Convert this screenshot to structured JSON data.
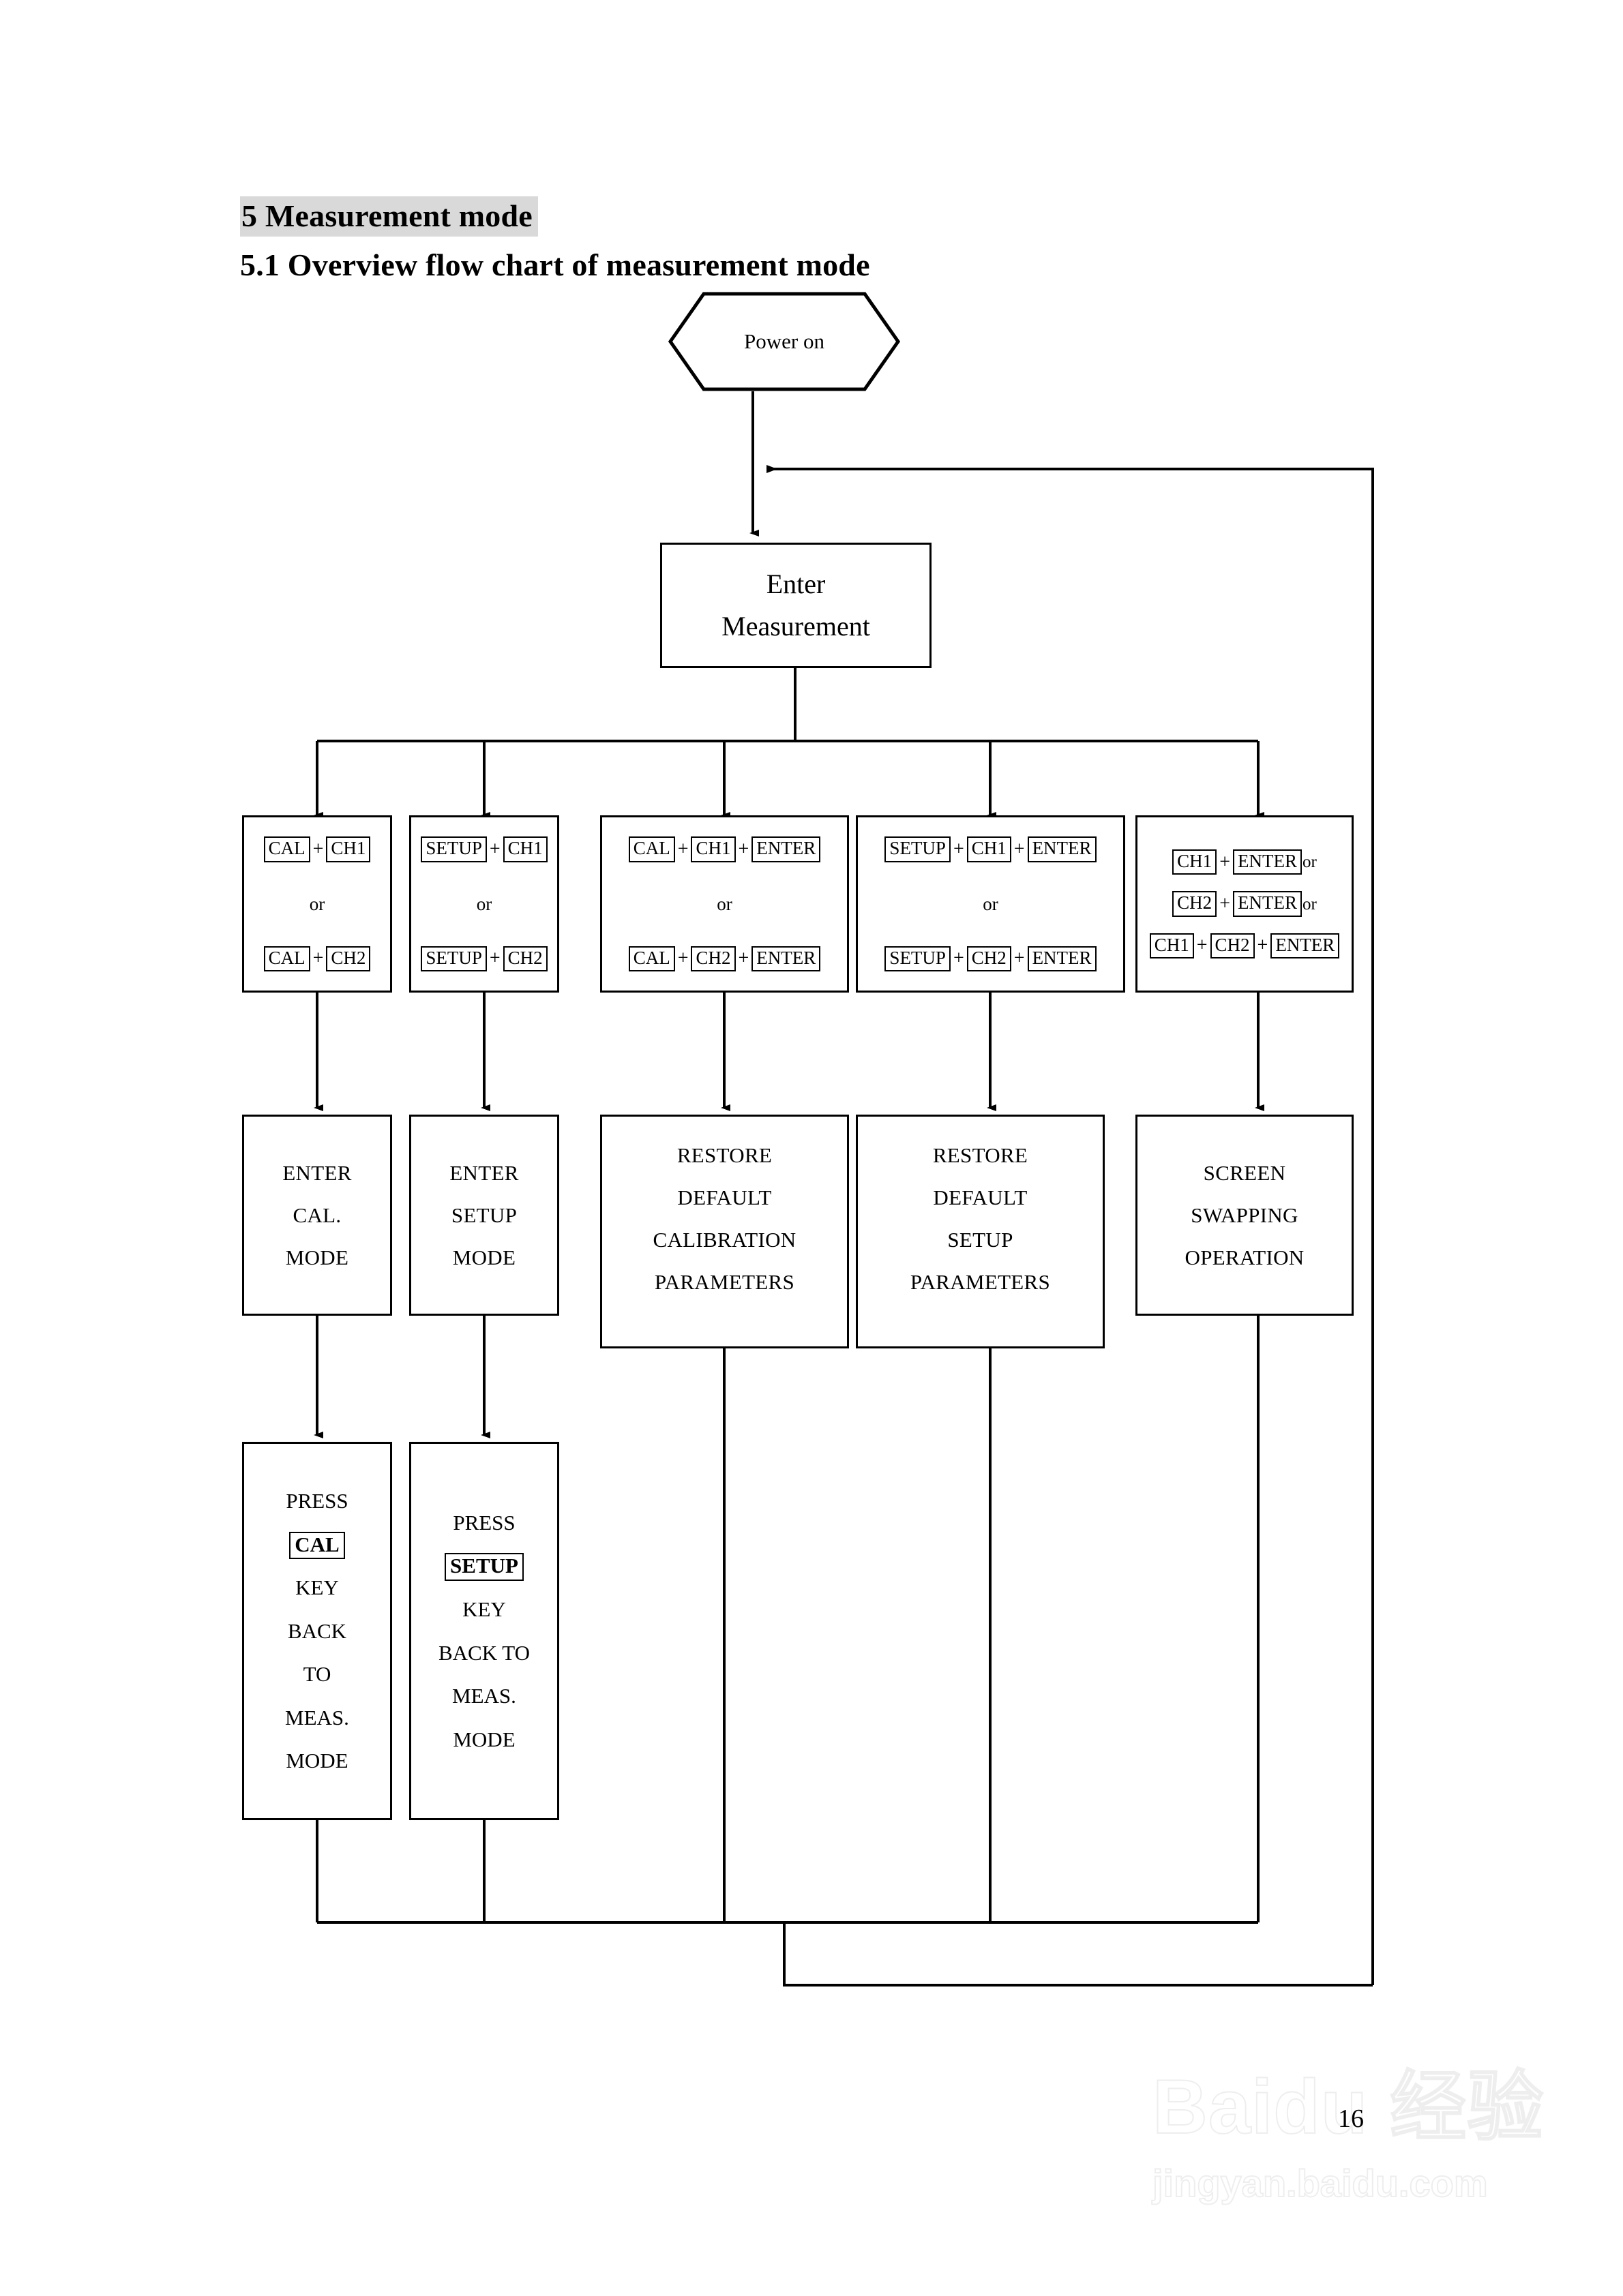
{
  "document": {
    "heading_main": "5 Measurement mode",
    "heading_sub": "5.1 Overview flow chart of measurement mode",
    "page_number": "16",
    "watermark": {
      "main": "Baidu 经验",
      "sub": "jingyan.baidu.com"
    }
  },
  "chart_data": {
    "type": "diagram",
    "title": "5.1 Overview flow chart of measurement mode",
    "start": {
      "label": "Power on",
      "shape": "hexagon"
    },
    "entry": {
      "label_line1": "Enter",
      "label_line2": "Measurement",
      "shape": "rectangle"
    },
    "branches": [
      {
        "id": "branch-1",
        "keys": {
          "line1": [
            "CAL",
            "CH1"
          ],
          "separator": "or",
          "line2": [
            "CAL",
            "CH2"
          ]
        },
        "result": [
          "ENTER",
          "CAL.",
          "MODE"
        ],
        "follow_up": [
          "PRESS",
          "CAL",
          "KEY",
          "BACK",
          "TO",
          "MEAS.",
          "MODE"
        ],
        "follow_up_boxed_index": 1
      },
      {
        "id": "branch-2",
        "keys": {
          "line1": [
            "SETUP",
            "CH1"
          ],
          "separator": "or",
          "line2": [
            "SETUP",
            "CH2"
          ]
        },
        "result": [
          "ENTER",
          "SETUP",
          "MODE"
        ],
        "follow_up": [
          "PRESS",
          "SETUP",
          "KEY",
          "BACK TO",
          "MEAS.",
          "MODE"
        ],
        "follow_up_boxed_index": 1
      },
      {
        "id": "branch-3",
        "keys": {
          "line1": [
            "CAL",
            "CH1",
            "ENTER"
          ],
          "separator": "or",
          "line2": [
            "CAL",
            "CH2",
            "ENTER"
          ]
        },
        "result": [
          "RESTORE",
          "DEFAULT",
          "CALIBRATION",
          "PARAMETERS"
        ],
        "follow_up": null
      },
      {
        "id": "branch-4",
        "keys": {
          "line1": [
            "SETUP",
            "CH1",
            "ENTER"
          ],
          "separator": "or",
          "line2": [
            "SETUP",
            "CH2",
            "ENTER"
          ]
        },
        "result": [
          "RESTORE",
          "DEFAULT",
          "SETUP",
          "PARAMETERS"
        ],
        "follow_up": null
      },
      {
        "id": "branch-5",
        "keys": {
          "line1": [
            "CH1",
            "ENTER"
          ],
          "line1_suffix": "or",
          "line2": [
            "CH2",
            "ENTER"
          ],
          "line2_suffix": "or",
          "line3": [
            "CH1",
            "CH2",
            "ENTER"
          ]
        },
        "result": [
          "SCREEN",
          "SWAPPING",
          "OPERATION"
        ],
        "follow_up": null
      }
    ],
    "operators": {
      "plus": "+",
      "or": "or"
    },
    "feedback_loop": "All branches return to Enter Measurement"
  }
}
